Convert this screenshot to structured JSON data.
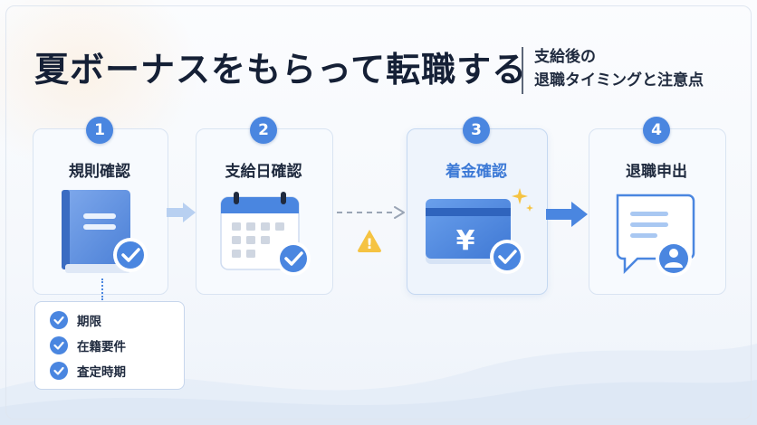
{
  "title": "夏ボーナスをもらって転職する",
  "subtitle_line1": "支給後の",
  "subtitle_line2": "退職タイミングと注意点",
  "steps": [
    {
      "number": "1",
      "label": "規則確認"
    },
    {
      "number": "2",
      "label": "支給日確認"
    },
    {
      "number": "3",
      "label": "着金確認"
    },
    {
      "number": "4",
      "label": "退職申出"
    }
  ],
  "checklist": [
    "期限",
    "在籍要件",
    "査定時期"
  ],
  "currency_symbol": "¥",
  "warning_symbol": "!",
  "colors": {
    "accent": "#4a86e0",
    "accent_light": "#a9c8f2",
    "warning": "#f5c342",
    "card_bg": "#f7fafe"
  },
  "icons": [
    "book-check-icon",
    "calendar-check-icon",
    "card-check-icon",
    "chat-person-icon",
    "warning-icon",
    "check-icon"
  ]
}
